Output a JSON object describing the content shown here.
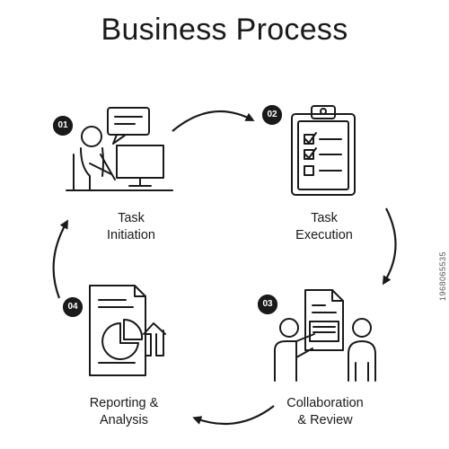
{
  "title": "Business Process",
  "steps": [
    {
      "number": "01",
      "label_line1": "Task",
      "label_line2": "Initiation",
      "icon": "person-at-computer-icon"
    },
    {
      "number": "02",
      "label_line1": "Task",
      "label_line2": "Execution",
      "icon": "clipboard-checklist-icon"
    },
    {
      "number": "03",
      "label_line1": "Collaboration",
      "label_line2": "& Review",
      "icon": "two-people-review-document-icon"
    },
    {
      "number": "04",
      "label_line1": "Reporting &",
      "label_line2": "Analysis",
      "icon": "report-chart-document-icon"
    }
  ],
  "watermark": "1968065535",
  "colors": {
    "ink": "#1a1a1a",
    "background": "#ffffff"
  }
}
